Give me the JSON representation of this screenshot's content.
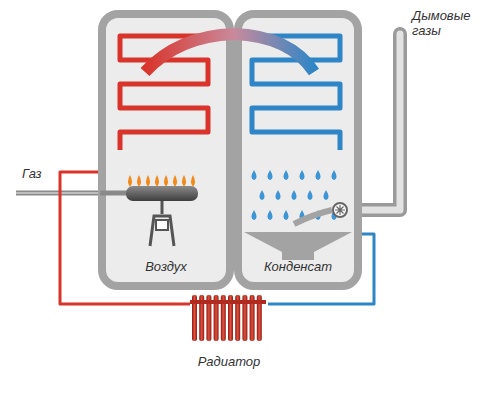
{
  "diagram": {
    "nodes": [
      {
        "text": [
          "Воздух"
        ]
      },
      {
        "text": [
          "Конденсат"
        ]
      },
      {
        "text": [
          "Радиатор"
        ]
      }
    ],
    "edges": [
      {
        "from": 0,
        "to": 2,
        "arrow": "none"
      },
      {
        "from": 2,
        "to": 1,
        "arrow": "none"
      }
    ],
    "labels": [
      "Газ",
      "Дымовые газы"
    ]
  }
}
